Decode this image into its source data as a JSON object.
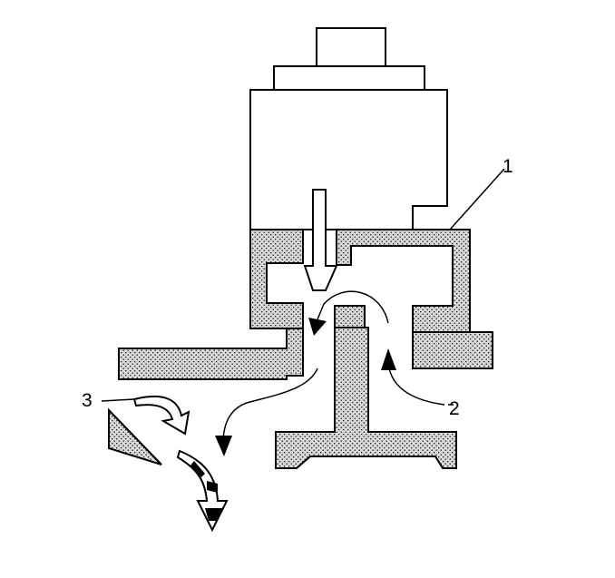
{
  "callouts": {
    "c1": "1",
    "c2": "2",
    "c3": "3"
  },
  "colors": {
    "ink": "#000000",
    "paper": "#ffffff",
    "stipple_bg": "#d8d8d8"
  }
}
